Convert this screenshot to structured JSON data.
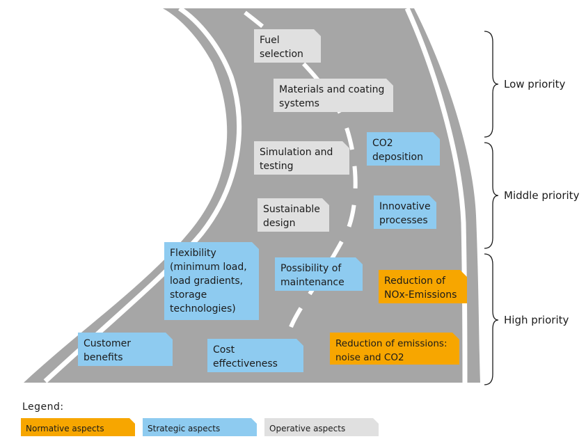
{
  "road": {
    "asphalt_color": "#a6a6a6",
    "marking_color": "#ffffff"
  },
  "cards": [
    {
      "id": "fuel-selection",
      "text": "Fuel\nselection",
      "category": "operative"
    },
    {
      "id": "materials-and-coating-systems",
      "text": "Materials and coating\nsystems",
      "category": "operative"
    },
    {
      "id": "simulation-and-testing",
      "text": "Simulation and\ntesting",
      "category": "operative"
    },
    {
      "id": "co2-deposition",
      "text": "CO2\ndeposition",
      "category": "strategic"
    },
    {
      "id": "sustainable-design",
      "text": "Sustainable\ndesign",
      "category": "operative"
    },
    {
      "id": "innovative-processes",
      "text": "Innovative\nprocesses",
      "category": "strategic"
    },
    {
      "id": "flexibility",
      "text": "Flexibility\n(minimum load,\nload gradients,\nstorage\ntechnologies)",
      "category": "strategic"
    },
    {
      "id": "possibility-of-maintenance",
      "text": "Possibility of\nmaintenance",
      "category": "strategic"
    },
    {
      "id": "reduction-of-nox-emissions",
      "text": "Reduction of\nNOx-Emissions",
      "category": "normative"
    },
    {
      "id": "customer-benefits",
      "text": "Customer\nbenefits",
      "category": "strategic"
    },
    {
      "id": "cost-effectiveness",
      "text": "Cost\neffectiveness",
      "category": "strategic"
    },
    {
      "id": "reduction-of-emissions",
      "text": "Reduction of emissions:\nnoise and CO2",
      "category": "normative"
    }
  ],
  "priorities": [
    {
      "id": "low",
      "label": "Low priority"
    },
    {
      "id": "middle",
      "label": "Middle priority"
    },
    {
      "id": "high",
      "label": "High priority"
    }
  ],
  "legend": {
    "title": "Legend:",
    "items": [
      {
        "id": "normative",
        "label": "Normative aspects",
        "color": "#f7a600"
      },
      {
        "id": "strategic",
        "label": "Strategic aspects",
        "color": "#8ecbf0"
      },
      {
        "id": "operative",
        "label": "Operative aspects",
        "color": "#e0e0e0"
      }
    ]
  }
}
